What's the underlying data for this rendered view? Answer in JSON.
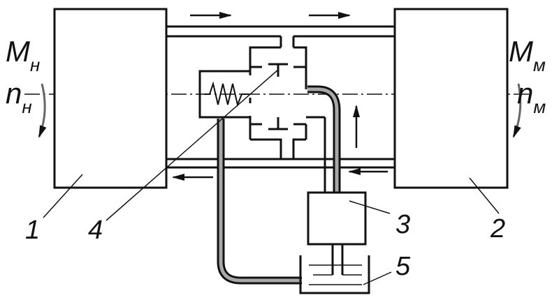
{
  "labels": {
    "pump_torque": {
      "main": "M",
      "sub": "н"
    },
    "pump_speed": {
      "main": "n",
      "sub": "н"
    },
    "motor_torque": {
      "main": "M",
      "sub": "м"
    },
    "motor_speed": {
      "main": "n",
      "sub": "м"
    }
  },
  "callouts": [
    "1",
    "4",
    "3",
    "2",
    "5"
  ],
  "colors": {
    "ink": "#111111",
    "pipe_gray": "#9a9a9a",
    "background": "#ffffff"
  }
}
